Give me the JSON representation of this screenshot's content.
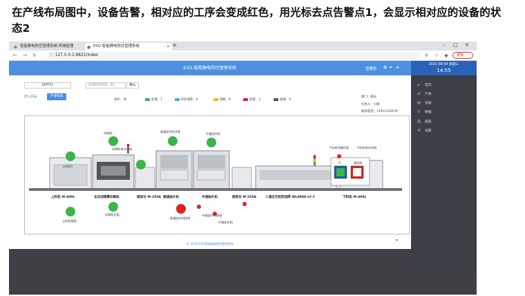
{
  "slide": {
    "title": "在产线布局图中，设备告警，相对应的工序会变成红色，用光标去点告警点1，会显示相对应的设备的状态2"
  },
  "browser": {
    "tabs": [
      {
        "label": "智能静电防控管理系统-终端管理"
      },
      {
        "label": "ESD-智能静电防控管理系统"
      }
    ],
    "url": "127.0.0.1:8821/index",
    "update_label": "更新",
    "new_tab": "+"
  },
  "app": {
    "title": "ESD-智能静电防控管理系统",
    "user_label": "管理员"
  },
  "sidebar": {
    "date": "2021-08-04 星期三",
    "time": "14:55",
    "items": [
      {
        "label": "首页",
        "icon": "home-icon"
      },
      {
        "label": "产线",
        "icon": "swap-icon"
      },
      {
        "label": "设备",
        "icon": "devices-icon"
      },
      {
        "label": "数据",
        "icon": "database-icon"
      },
      {
        "label": "报表",
        "icon": "chart-icon"
      },
      {
        "label": "设置",
        "icon": "gear-icon"
      }
    ]
  },
  "filters": {
    "line": "SMT01",
    "date_placeholder": "检测时间范围（秒）",
    "query_label": "确认"
  },
  "views": {
    "default_label": "默认布局",
    "layout_label": "产线布局"
  },
  "stats": [
    {
      "label": "总IP：16"
    },
    {
      "label": "在线：7",
      "color": "#3cb44b"
    },
    {
      "label": "IP在线率：0",
      "color": "#27b7e8"
    },
    {
      "label": "待机：6",
      "color": "#f5b800"
    },
    {
      "label": "异常：3",
      "color": "#e02020"
    },
    {
      "label": "离线：0",
      "color": "#555555"
    }
  ],
  "info": {
    "dept": "部门：组长",
    "leader": "负责人：小明",
    "phone": "联系电话：13912345678"
  },
  "layout": {
    "machine_labels": [
      "上料机 M-400L",
      "全自动锡膏印刷机",
      "接驳台 M-250A",
      "高速贴片机",
      "中速贴片机",
      "接驳台 M-250A",
      "八温区无铅回流焊 WL0080-LF-C",
      "下料机 M-400L"
    ],
    "point_labels_top": [
      "印刷机",
      "印刷机单头风机",
      "高速贴片机步距",
      "中速贴片机",
      "下料机顶端风机",
      "下料机双头风机"
    ],
    "point_labels_mid": [
      "上料机1"
    ],
    "point_labels_bottom": [
      "上料机接地",
      "印刷机步距",
      "高速贴片机接地",
      "中速贴片机接地",
      "中速贴片机"
    ],
    "popup": {
      "label": "通信机",
      "code": "A"
    }
  },
  "footer": "© 2019 ESD智能静电防控管理系统",
  "colors": {
    "ok": "#3cb44b",
    "alarm": "#e02020",
    "brand": "#4d8fe0"
  }
}
